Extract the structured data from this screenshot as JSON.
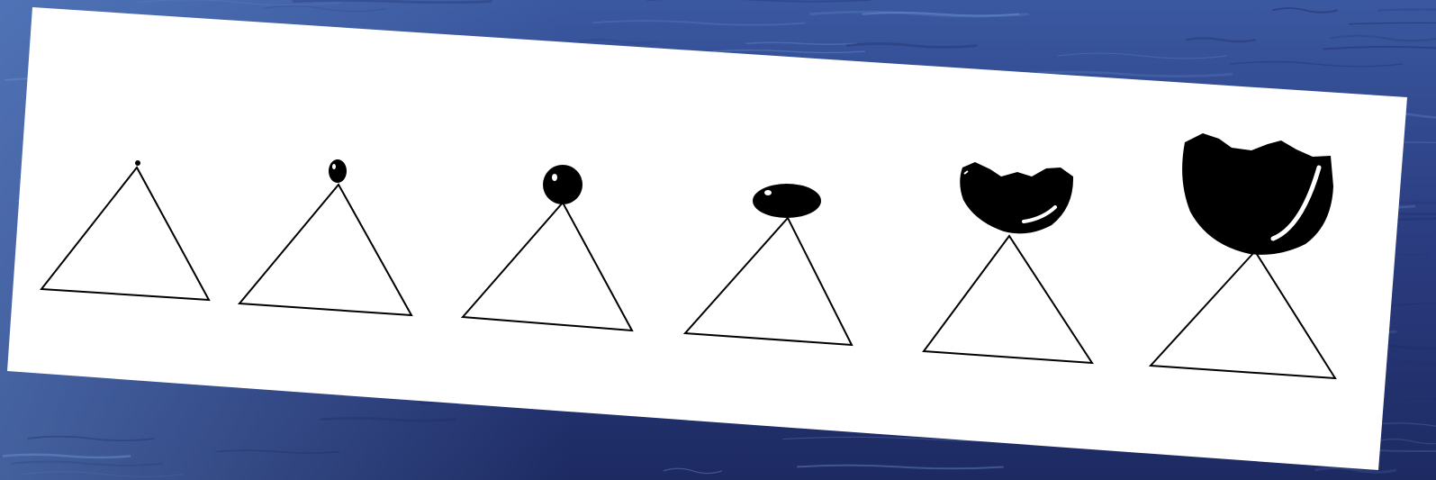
{
  "background": {
    "icon": "ocean-water-texture",
    "colors": [
      "#27346f",
      "#3e5aa0",
      "#1f2c66"
    ]
  },
  "card": {
    "color": "#ffffff",
    "icon": "tilted-paper-sheet"
  },
  "figures": [
    {
      "id": 1,
      "drop_shape": "speck",
      "icon": "droplet-speck-icon"
    },
    {
      "id": 2,
      "drop_shape": "small-round",
      "icon": "small-droplet-icon"
    },
    {
      "id": 3,
      "drop_shape": "round",
      "icon": "round-droplet-icon"
    },
    {
      "id": 4,
      "drop_shape": "flattened-oval",
      "icon": "oval-droplet-icon"
    },
    {
      "id": 5,
      "drop_shape": "splash-bowl",
      "icon": "bowl-droplet-icon"
    },
    {
      "id": 6,
      "drop_shape": "large-splash-bowl",
      "icon": "large-bowl-droplet-icon"
    }
  ],
  "ink_color": "#000000"
}
